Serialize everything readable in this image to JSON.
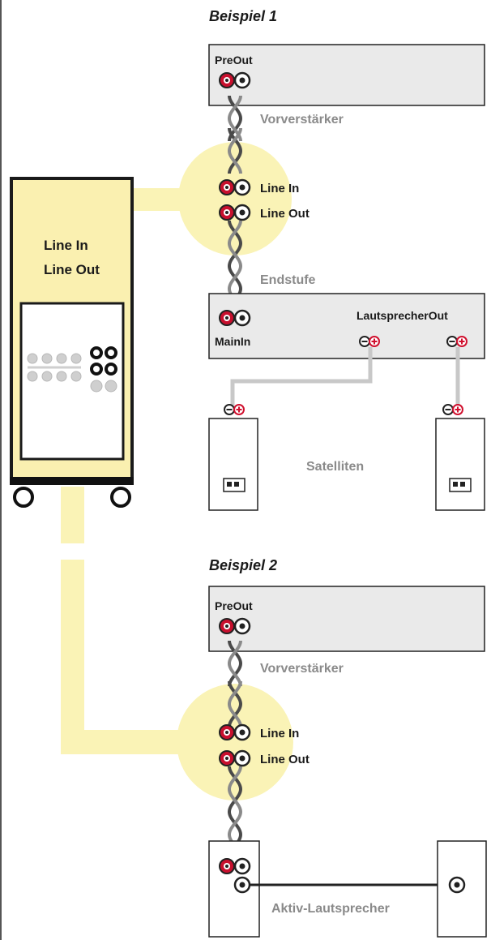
{
  "example1": {
    "title": "Beispiel 1",
    "preamp_output": "PreOut",
    "preamp_name": "Vorverstärker",
    "line_in": "Line In",
    "line_out": "Line Out",
    "amp_name": "Endstufe",
    "main_in": "MainIn",
    "speaker_out": "LautsprecherOut",
    "satellites": "Satelliten"
  },
  "device": {
    "line_in": "Line In",
    "line_out": "Line Out"
  },
  "example2": {
    "title": "Beispiel 2",
    "preamp_output": "PreOut",
    "preamp_name": "Vorverstärker",
    "line_in": "Line In",
    "line_out": "Line Out",
    "active_speaker": "Aktiv-Lautsprecher"
  },
  "colors": {
    "highlight_yellow": "#faf3b6",
    "device_yellow": "#faf0b0",
    "jack_red": "#c8102e",
    "panel_gray": "#eaeaea",
    "wire_gray": "#c8c8c8",
    "label_gray": "#8a8a8a"
  }
}
